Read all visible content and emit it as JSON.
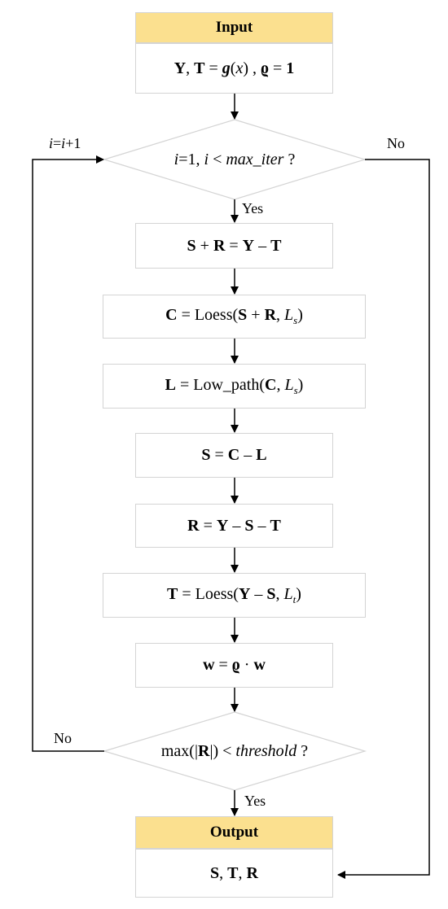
{
  "input_title": "Input",
  "input_formula": "Y, T = g(x) , ϱ = 1",
  "loop_condition": "i=1, i < max_iter ?",
  "step1": "S + R = Y – T",
  "step2": "C = Loess(S + R, Ls)",
  "step3": "L = Low_path(C, Ls)",
  "step4": "S = C – L",
  "step5": "R = Y – S – T",
  "step6": "T = Loess(Y – S, Lt)",
  "step7": "w = ϱ · w",
  "check_condition": "max(|R|) < threshold ?",
  "output_title": "Output",
  "output_values": "S, T, R",
  "labels": {
    "increment": "i=i+1",
    "no_right": "No",
    "yes_loop": "Yes",
    "no_left": "No",
    "yes_check": "Yes"
  }
}
